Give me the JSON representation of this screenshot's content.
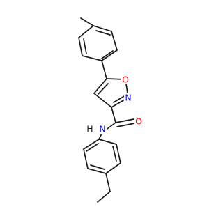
{
  "diagram": {
    "kind": "chemical-structure",
    "atom_labels": {
      "ring_oxygen": "O",
      "ring_nitrogen": "N",
      "carbonyl_oxygen": "O",
      "amide_nitrogen": "N",
      "amide_hydrogen": "H"
    },
    "colors": {
      "bond": "#1a1a1a",
      "oxygen": "#ff0000",
      "nitrogen": "#0000ff",
      "carbon": "#1a1a1a"
    }
  }
}
